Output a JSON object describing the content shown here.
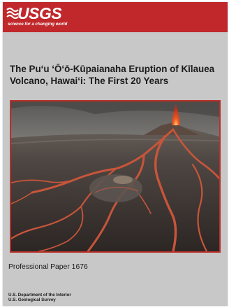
{
  "header": {
    "logo_text": "USGS",
    "tagline": "science for a changing world",
    "brand_color": "#c0282b"
  },
  "title": {
    "line1": "The Puʻu ʻŌʻō-Kūpaianaha Eruption of Kīlauea",
    "line2": "Volcano, Hawaiʻi: The First 20 Years"
  },
  "cover_photo": {
    "icon": "volcano-eruption-photo"
  },
  "series": "Professional Paper 1676",
  "agency": {
    "line1": "U.S. Department of the Interior",
    "line2": "U.S. Geological Survey"
  }
}
